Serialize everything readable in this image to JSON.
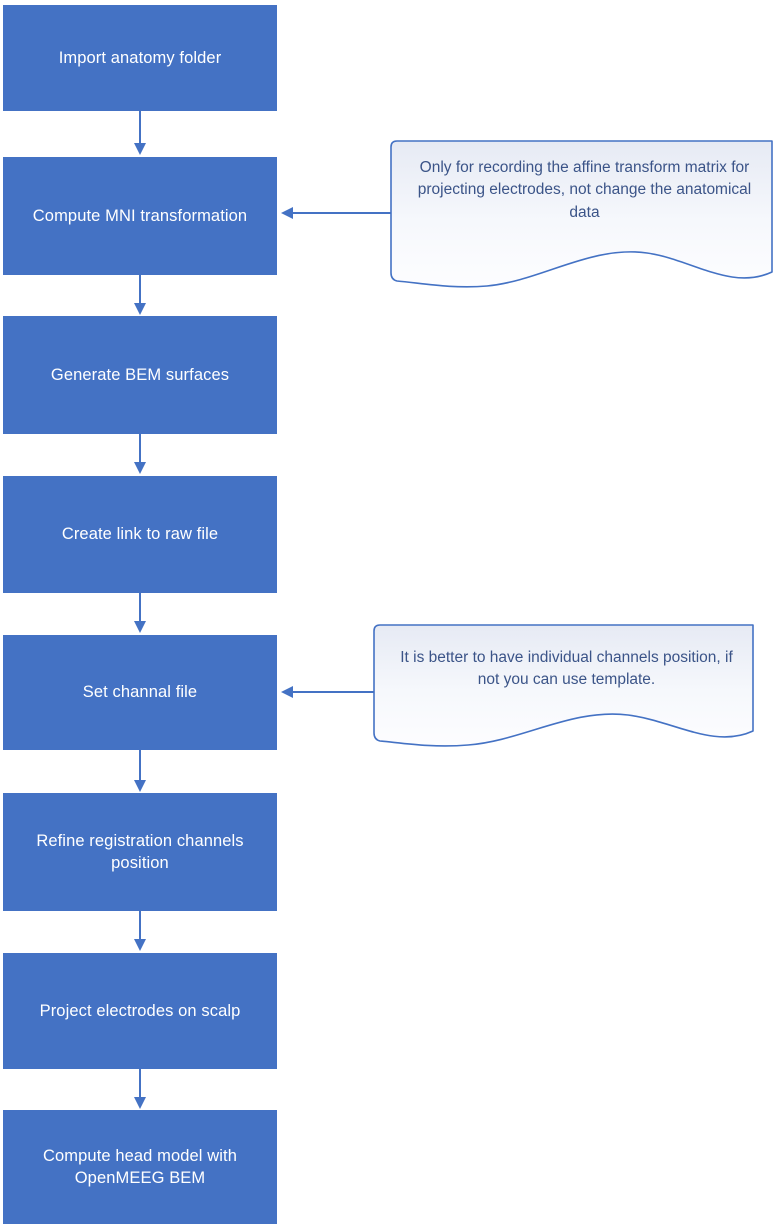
{
  "diagram": {
    "title": "Brainstorm head-model pipeline flowchart",
    "type": "flowchart",
    "orientation": "vertical",
    "colors": {
      "box_fill": "#4472C4",
      "box_text": "#FFFFFF",
      "connector": "#4472C4",
      "callout_stroke": "#4472C4",
      "callout_fill_top": "#E8ECF5",
      "callout_fill_bottom": "#FBFCFE",
      "callout_text": "#3B5488",
      "background": "#FFFFFF"
    },
    "steps": [
      {
        "id": "step-1",
        "label": "Import anatomy folder"
      },
      {
        "id": "step-2",
        "label": "Compute MNI transformation"
      },
      {
        "id": "step-3",
        "label": "Generate BEM surfaces"
      },
      {
        "id": "step-4",
        "label": "Create link to raw file"
      },
      {
        "id": "step-5",
        "label": "Set channal file"
      },
      {
        "id": "step-6",
        "label": "Refine registration channels position"
      },
      {
        "id": "step-7",
        "label": "Project electrodes on scalp"
      },
      {
        "id": "step-8",
        "label": "Compute head model with OpenMEEG BEM"
      }
    ],
    "notes": [
      {
        "id": "note-1",
        "attached_to": "step-2",
        "text": "Only for recording the affine transform matrix for projecting electrodes, not change the anatomical data"
      },
      {
        "id": "note-2",
        "attached_to": "step-5",
        "text": "It is better to have individual channels position, if not you can use template."
      }
    ],
    "connector_count": 7,
    "note_connector_count": 2
  }
}
